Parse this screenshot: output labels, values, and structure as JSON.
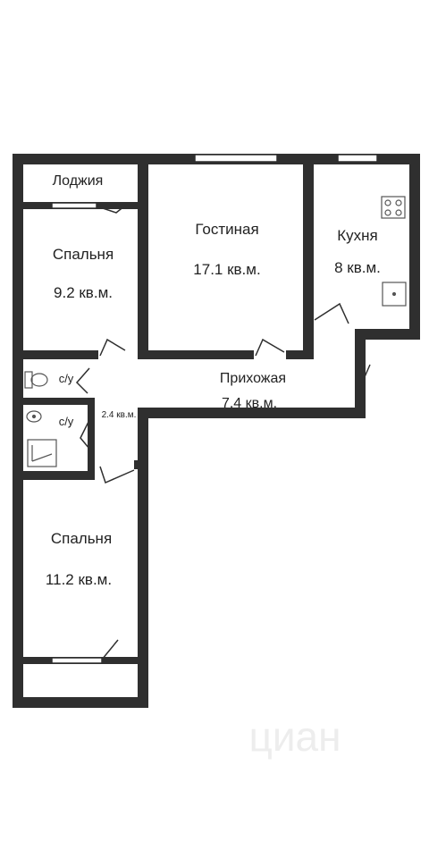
{
  "colors": {
    "wall": "#2f2f2f",
    "text": "#222222",
    "fixture": "#555555",
    "watermark": "#e6e6e6",
    "background": "#ffffff"
  },
  "rooms": {
    "loggia_top": {
      "name": "Лоджия"
    },
    "bedroom_top": {
      "name": "Спальня",
      "area": "9.2 кв.м."
    },
    "living": {
      "name": "Гостиная",
      "area": "17.1 кв.м."
    },
    "kitchen": {
      "name": "Кухня",
      "area": "8 кв.м."
    },
    "hallway": {
      "name": "Прихожая",
      "area": "7.4 кв.м."
    },
    "corridor": {
      "area": "2.4 кв.м."
    },
    "wc_top": {
      "name": "с/у"
    },
    "wc_bottom": {
      "name": "с/у"
    },
    "bedroom_bottom": {
      "name": "Спальня",
      "area": "11.2 кв.м."
    }
  },
  "watermark": {
    "text": "циан"
  },
  "icons": {
    "stove": "stove-icon",
    "sink": "sink-icon",
    "toilet": "toilet-icon",
    "washbasin": "washbasin-icon",
    "shower": "shower-icon"
  }
}
